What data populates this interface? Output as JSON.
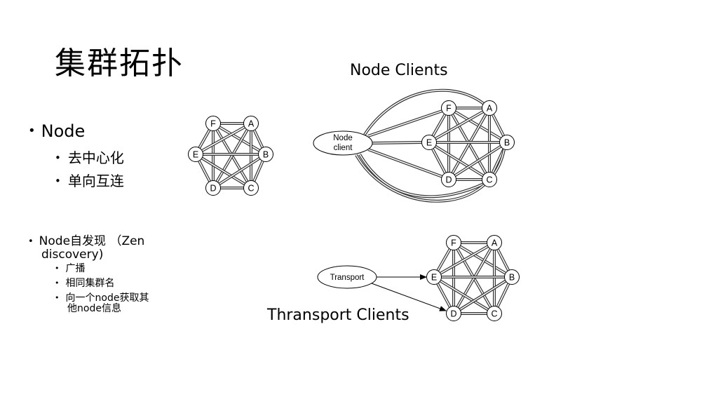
{
  "slide": {
    "title": "集群拓扑",
    "bullets": {
      "node": {
        "bullet": "•",
        "label": "Node"
      },
      "node_sub": [
        {
          "bullet": "•",
          "label": "去中心化"
        },
        {
          "bullet": "•",
          "label": "单向互连"
        }
      ],
      "discovery": {
        "bullet": "•",
        "line1": "Node自发现 （Zen",
        "line2": "discovery)"
      },
      "discovery_sub": [
        {
          "bullet": "•",
          "label": "广播"
        },
        {
          "bullet": "•",
          "label": "相同集群名"
        },
        {
          "bullet": "•",
          "line1": "向一个node获取其",
          "line2": "他node信息"
        }
      ]
    },
    "diagrams": {
      "mesh": {
        "nodes": [
          "F",
          "A",
          "E",
          "B",
          "D",
          "C"
        ]
      },
      "node_clients": {
        "heading": "Node Clients",
        "client_line1": "Node",
        "client_line2": "client",
        "nodes": [
          "F",
          "A",
          "E",
          "B",
          "D",
          "C"
        ]
      },
      "transport_clients": {
        "heading": "Thransport Clients",
        "client_label": "Transport",
        "nodes": [
          "F",
          "A",
          "E",
          "B",
          "D",
          "C"
        ],
        "arrow_targets": [
          "E",
          "D"
        ]
      }
    }
  }
}
